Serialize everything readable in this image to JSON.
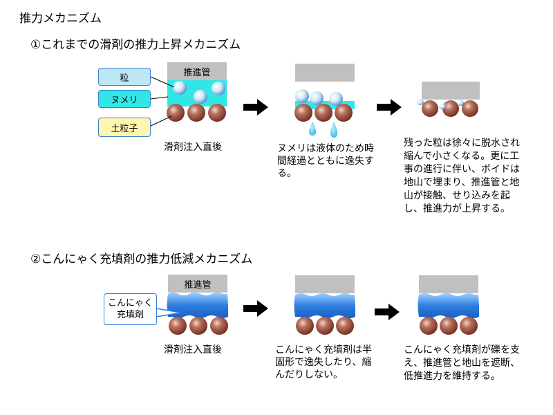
{
  "title": "推力メカニズム",
  "section1": {
    "heading": "①これまでの滑剤の推力上昇メカニズム",
    "labels": {
      "grain": "粒",
      "slime": "ヌメリ",
      "soil": "土粒子",
      "pipe": "推進管"
    },
    "captions": {
      "step1": "滑剤注入直後",
      "step2": "ヌメリは液体のため時間経過とともに逸失する。",
      "step3": "残った粒は徐々に脱水され縮んで小さくなる。更に工事の進行に伴い、ボイドは地山で埋まり、推進管と地山が接触、せり込みを起し、推進力が上昇する。"
    }
  },
  "section2": {
    "heading": "②こんにゃく充填剤の推力低減メカニズム",
    "labels": {
      "filler": "こんにゃく充填剤",
      "pipe": "推進管"
    },
    "captions": {
      "step1": "滑剤注入直後",
      "step2": "こんにゃく充填剤は半固形で逸失したり、縮んだりしない。",
      "step3": "こんにゃく充填剤が礫を支え、推進管と地山を遮断、低推進力を維持する。"
    }
  },
  "colors": {
    "pipe": "#c0c0c0",
    "slime": "#33e6e6",
    "soil": "#8b3a2a",
    "grain": "#bfe0f5",
    "filler": "#2f7ee0",
    "tag_soil": "#fff7b0",
    "arrow": "#000000"
  }
}
